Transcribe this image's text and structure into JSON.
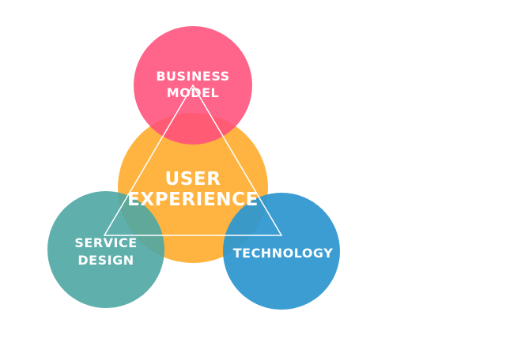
{
  "diagram": {
    "circles": {
      "business_model": {
        "line1": "BUSINESS",
        "line2": "MODEL",
        "color": "#FF4F7B"
      },
      "user_experience": {
        "line1": "USER",
        "line2": "EXPERIENCE",
        "color": "#FFB038"
      },
      "service_design": {
        "line1": "SERVICE",
        "line2": "DESIGN",
        "color": "#4EA6A4"
      },
      "technology": {
        "label": "TECHNOLOGY",
        "color": "#2F97CF"
      }
    },
    "triangle": {
      "stroke": "#FFFFFF"
    }
  }
}
